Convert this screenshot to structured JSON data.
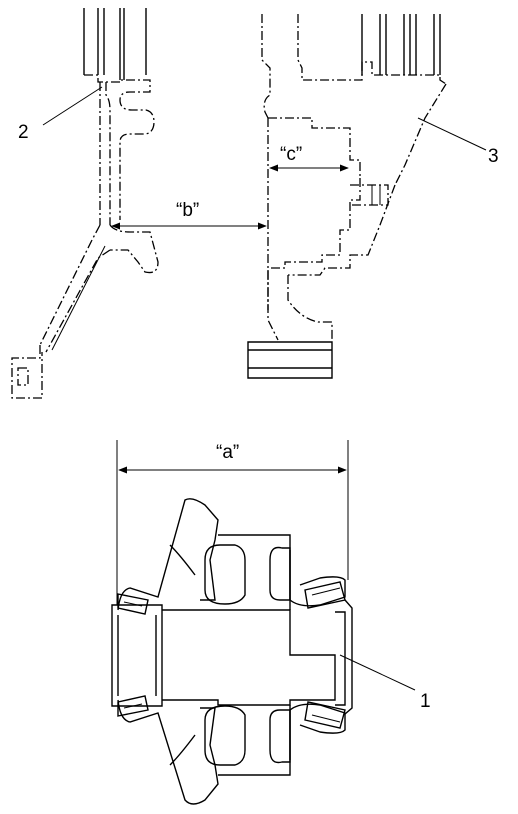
{
  "labels": {
    "part_1": "1",
    "part_2": "2",
    "part_3": "3",
    "dim_a": "“a”",
    "dim_b": "“b”",
    "dim_c": "“c”"
  }
}
